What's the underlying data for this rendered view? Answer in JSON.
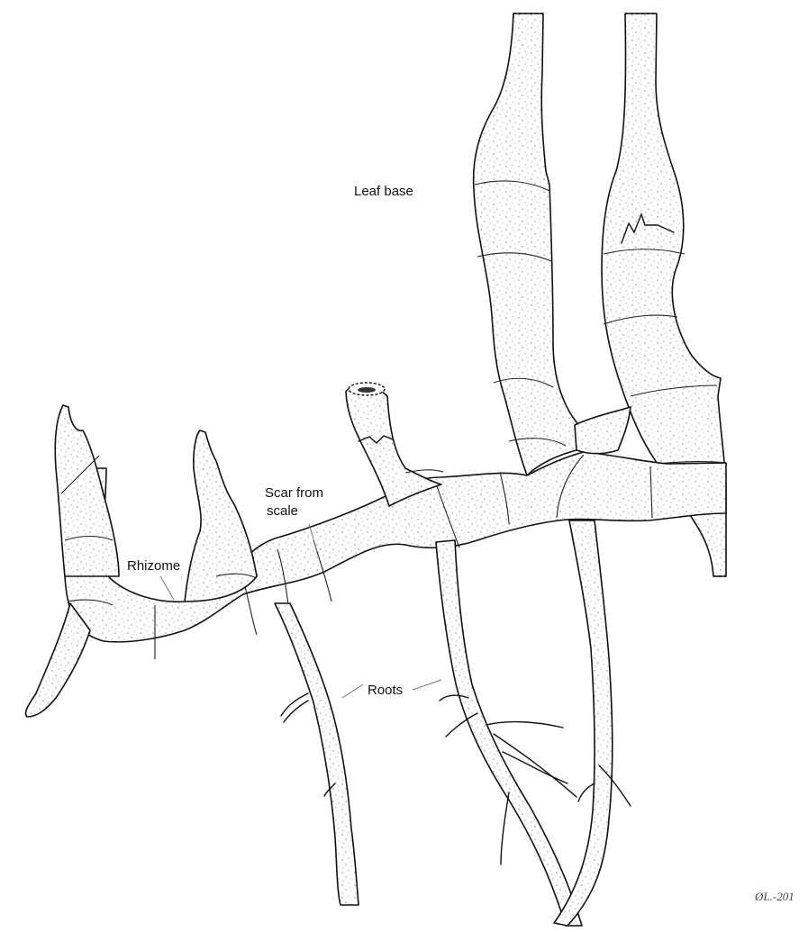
{
  "labels": {
    "leaf_base": "Leaf base",
    "rhizome": "Rhizome",
    "scar_line1": "Scar from",
    "scar_line2": "scale",
    "roots": "Roots"
  },
  "signature": "ØL.-201",
  "colors": {
    "ink": "#111111",
    "paper": "#ffffff",
    "stipple": "#555555"
  }
}
